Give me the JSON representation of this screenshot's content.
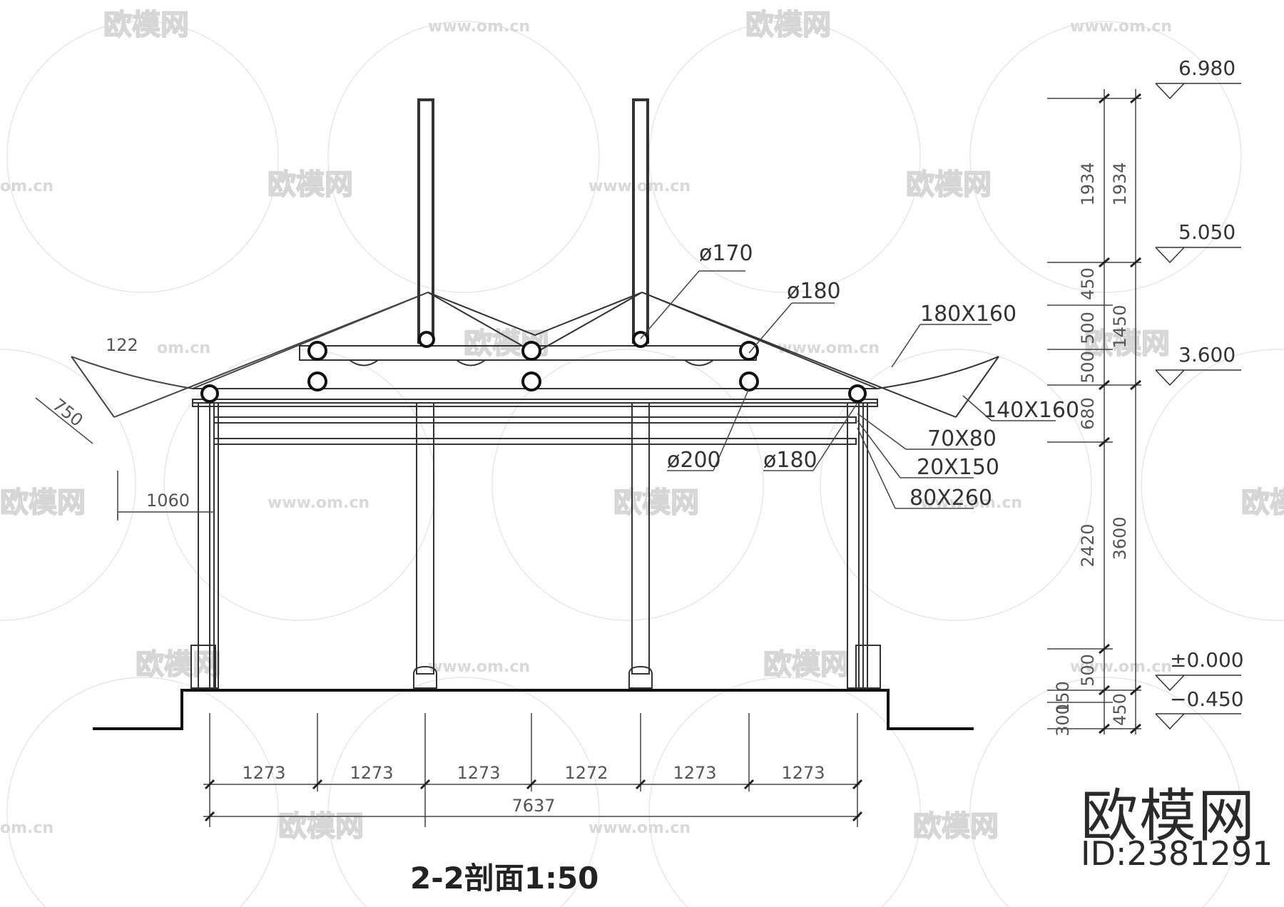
{
  "title": "2-2剖面1:50",
  "brand": {
    "logo_text": "欧模网",
    "id_text": "ID:2381291"
  },
  "watermark": {
    "brand": "欧模网",
    "url": "www.om.cn",
    "url_short": "om.cn"
  },
  "elevations": [
    "6.980",
    "5.050",
    "3.600",
    "±0.000",
    "−0.450"
  ],
  "right_dims_inner": [
    "1934",
    "450",
    "500",
    "500",
    "680",
    "2420",
    "500",
    "150",
    "300"
  ],
  "right_dims_outer": [
    "1934",
    "1450",
    "3600",
    "450"
  ],
  "bottom_dims": [
    "1273",
    "1273",
    "1273",
    "1272",
    "1273",
    "1273"
  ],
  "bottom_total": "7637",
  "member_labels": {
    "d170": "ø170",
    "d180_top": "ø180",
    "beam_180x160": "180X160",
    "beam_140x160": "140X160",
    "d200": "ø200",
    "d180_bot": "ø180",
    "s70x80": "70X80",
    "s20x150": "20X150",
    "s80x260": "80X260"
  },
  "left_dims": {
    "eave": "750",
    "angle": "122",
    "overhang": "1060"
  }
}
